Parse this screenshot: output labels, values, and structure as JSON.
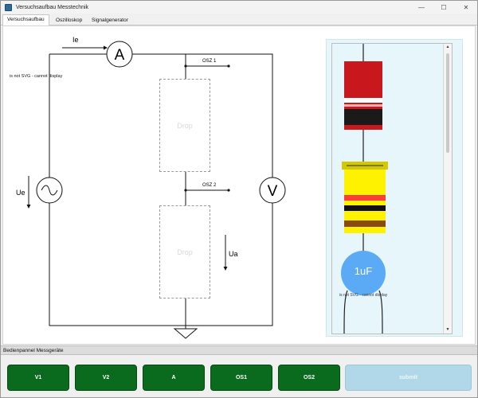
{
  "window": {
    "title": "Versuchsaufbau Messtechnik",
    "controls": {
      "minimize": "—",
      "maximize": "☐",
      "close": "✕"
    }
  },
  "tabs": [
    {
      "label": "Versuchsaufbau",
      "active": true
    },
    {
      "label": "Oszilloskop",
      "active": false
    },
    {
      "label": "Signalgenerator",
      "active": false
    }
  ],
  "circuit": {
    "svg_error": "is not SVG - cannot display",
    "current_label": "Ie",
    "ammeter_symbol": "A",
    "voltmeter_symbol": "V",
    "source_voltage_label": "Ue",
    "output_voltage_label": "Ua",
    "osz1_label": "OSZ 1",
    "osz2_label": "OSZ 2",
    "drop_zones": [
      {
        "label": "Drop"
      },
      {
        "label": "Drop"
      }
    ]
  },
  "palette": {
    "capacitor_label": "1uF",
    "capacitor_svg_error": "is not SVG - cannot display",
    "scroll_up": "▲",
    "scroll_down": "▼",
    "colors": {
      "background": "#e6f6fb"
    },
    "items": [
      {
        "type": "resistor",
        "bands": [
          "#c8181e",
          "#ffffff",
          "#1a1a1a"
        ]
      },
      {
        "type": "inductor",
        "bands": [
          "#ff3b3b",
          "#111111",
          "#8a4b12"
        ]
      },
      {
        "type": "capacitor",
        "color": "#5aaaf5"
      }
    ]
  },
  "control_panel": {
    "header": "Bedienpannel Messgeräte",
    "buttons": [
      {
        "label": "V1"
      },
      {
        "label": "V2"
      },
      {
        "label": "A"
      },
      {
        "label": "OS1"
      },
      {
        "label": "OS2"
      }
    ],
    "submit_label": "submit",
    "colors": {
      "button": "#0a6a1e",
      "submit_disabled": "#b0d8e8"
    }
  }
}
